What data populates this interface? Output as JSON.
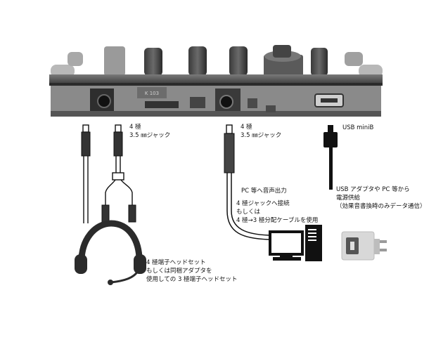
{
  "labels": {
    "jack_left": {
      "line1": "4 極",
      "line2": "3.5 ㎜ジャック"
    },
    "jack_mid": {
      "line1": "4 極",
      "line2": "3.5 ㎜ジャック"
    },
    "usb": "USB miniB",
    "pc_output": "PC 等へ音声出力",
    "pc_connect": {
      "line1": "4 極ジャックへ接続",
      "line2": "もしくは",
      "line3": "4 極→3 極分配ケーブルを使用"
    },
    "power": {
      "line1": "USB アダプタや PC 等から",
      "line2": "電源供給",
      "line3": "（効果音書換時のみデータ通信）"
    },
    "headset": {
      "line1": "4 極端子ヘッドセット",
      "line2": "もしくは同梱アダプタを",
      "line3": "使用しての 3 極端子ヘッドセット"
    }
  },
  "board_marking": "K 103"
}
